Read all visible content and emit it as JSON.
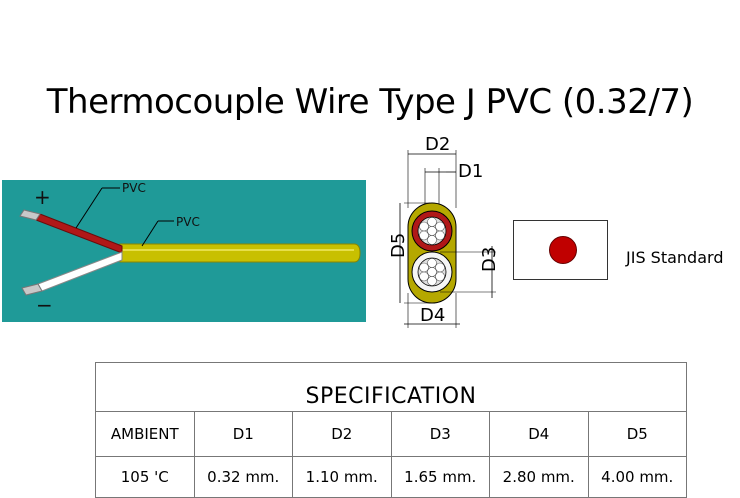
{
  "title": "Thermocouple Wire Type J PVC (0.32/7)",
  "wire_diagram": {
    "positive_symbol": "+",
    "negative_symbol": "−",
    "conductor_insulation_label": "PVC",
    "jacket_label": "PVC",
    "colors": {
      "background": "#1f9a98",
      "positive_insulation": "#b01818",
      "negative_insulation": "#ffffff",
      "jacket": "#c8c000"
    }
  },
  "cross_section": {
    "labels": {
      "d1": "D1",
      "d2": "D2",
      "d3": "D3",
      "d4": "D4",
      "d5": "D5"
    },
    "colors": {
      "jacket": "#b5a800",
      "positive": "#b01818",
      "conductor": "#d8d8d8"
    }
  },
  "standard": {
    "label": "JIS Standard",
    "dot_color": "#c00000"
  },
  "specification": {
    "heading": "SPECIFICATION",
    "columns": [
      "AMBIENT",
      "D1",
      "D2",
      "D3",
      "D4",
      "D5"
    ],
    "values": [
      "105 'C",
      "0.32  mm.",
      "1.10  mm.",
      "1.65  mm.",
      "2.80  mm.",
      "4.00  mm."
    ]
  }
}
